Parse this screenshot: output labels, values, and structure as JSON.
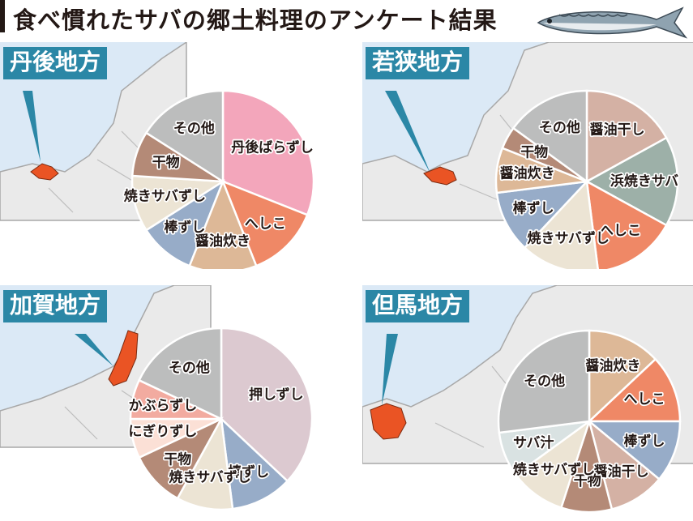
{
  "title": "食べ慣れたサバの郷土料理のアンケート結果",
  "colors": {
    "accent": "#2b87a6",
    "region": "#ea5424",
    "sea": "#dbe9f6",
    "land": "#eaeaea"
  },
  "chart_data": [
    {
      "type": "pie",
      "region": "丹後地方",
      "categories": [
        "丹後ばらずし",
        "へしこ",
        "醤油炊き",
        "棒ずし",
        "焼きサバずし",
        "干物",
        "その他"
      ],
      "values": [
        31,
        13,
        12,
        10,
        10,
        8,
        16
      ],
      "colors": [
        "#f3a6bb",
        "#ef8866",
        "#ddb897",
        "#97acc8",
        "#ece4d4",
        "#b48a77",
        "#bcbdbd"
      ]
    },
    {
      "type": "pie",
      "region": "若狭地方",
      "categories": [
        "醤油干し",
        "浜焼きサバ",
        "へしこ",
        "焼きサバずし",
        "棒ずし",
        "醤油炊き",
        "干物",
        "その他"
      ],
      "values": [
        17,
        16,
        15,
        14,
        11,
        8,
        4,
        15
      ],
      "colors": [
        "#d4b1a4",
        "#9db0a8",
        "#ef8866",
        "#ece4d4",
        "#97acc8",
        "#ddb897",
        "#b48a77",
        "#bcbdbd"
      ]
    },
    {
      "type": "pie",
      "region": "加賀地方",
      "categories": [
        "押しずし",
        "棒ずし",
        "焼きサバずし",
        "干物",
        "にぎりずし",
        "かぶらずし",
        "その他"
      ],
      "values": [
        37,
        11,
        10,
        10,
        7,
        7,
        18
      ],
      "colors": [
        "#dcc9d0",
        "#97acc8",
        "#ece4d4",
        "#b48a77",
        "#fbe0d6",
        "#f2aba0",
        "#bcbdbd"
      ]
    },
    {
      "type": "pie",
      "region": "但馬地方",
      "categories": [
        "醤油炊き",
        "へしこ",
        "棒ずし",
        "醤油干し",
        "干物",
        "焼きサバずし",
        "サバ汁",
        "その他"
      ],
      "values": [
        13,
        12,
        11,
        10,
        9,
        10,
        8,
        27
      ],
      "colors": [
        "#ddb897",
        "#ef8866",
        "#97acc8",
        "#d4b1a4",
        "#b48a77",
        "#ece4d4",
        "#d9e2e2",
        "#bcbdbd"
      ]
    }
  ]
}
